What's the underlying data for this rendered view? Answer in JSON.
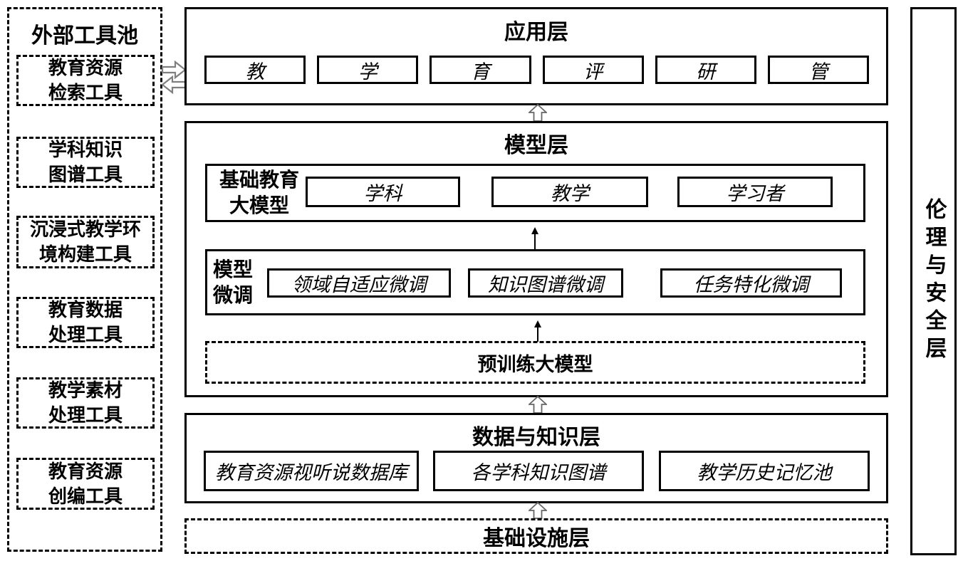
{
  "sidebar": {
    "title": "外部工具池",
    "tools": [
      "教育资源\n检索工具",
      "学科知识\n图谱工具",
      "沉浸式教学环\n境构建工具",
      "教育数据\n处理工具",
      "教学素材\n处理工具",
      "教育资源\n创编工具"
    ]
  },
  "application_layer": {
    "title": "应用层",
    "items": [
      "教",
      "学",
      "育",
      "评",
      "研",
      "管"
    ]
  },
  "model_layer": {
    "title": "模型层",
    "foundation_model": {
      "label": "基础教育\n大模型",
      "items": [
        "学科",
        "教学",
        "学习者"
      ]
    },
    "fine_tuning": {
      "label": "模型\n微调",
      "items": [
        "领域自适应微调",
        "知识图谱微调",
        "任务特化微调"
      ]
    },
    "pretrained_model": "预训练大模型"
  },
  "data_layer": {
    "title": "数据与知识层",
    "items": [
      "教育资源视听说数据库",
      "各学科知识图谱",
      "教学历史记忆池"
    ]
  },
  "infrastructure_layer": {
    "title": "基础设施层"
  },
  "ethics_layer": {
    "title": "伦理与安全层"
  },
  "colors": {
    "stroke": "#000000",
    "exchange_arrow": "#7f7f7f",
    "flow_arrow": "#666666"
  }
}
